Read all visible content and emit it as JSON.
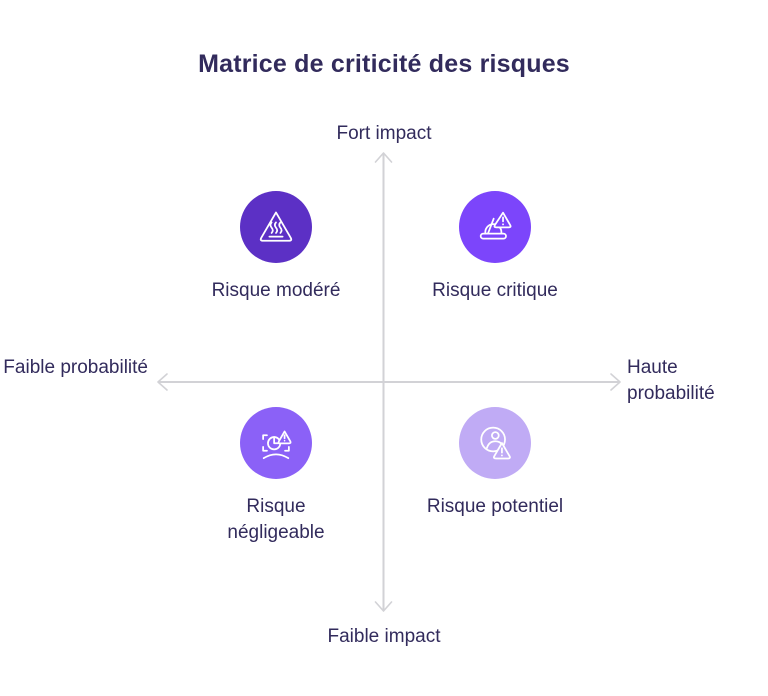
{
  "title": "Matrice de criticité des risques",
  "text_color": "#322B5C",
  "axes": {
    "top_label": "Fort impact",
    "bottom_label": "Faible impact",
    "left_label": "Faible probabilité",
    "right_label": "Haute probabilité",
    "line_color": "#D2D2D6"
  },
  "quadrants": [
    {
      "position": "top-left",
      "label": "Risque modéré",
      "color": "#5C30C5",
      "icon": "hot-surface-warning-icon"
    },
    {
      "position": "top-right",
      "label": "Risque critique",
      "color": "#7C45FB",
      "icon": "hard-hat-warning-icon"
    },
    {
      "position": "bottom-left",
      "label": "Risque négligeable",
      "color": "#8B61F7",
      "icon": "pie-chart-warning-icon"
    },
    {
      "position": "bottom-right",
      "label": "Risque potentiel",
      "color": "#C0ABF5",
      "icon": "person-warning-icon"
    }
  ]
}
